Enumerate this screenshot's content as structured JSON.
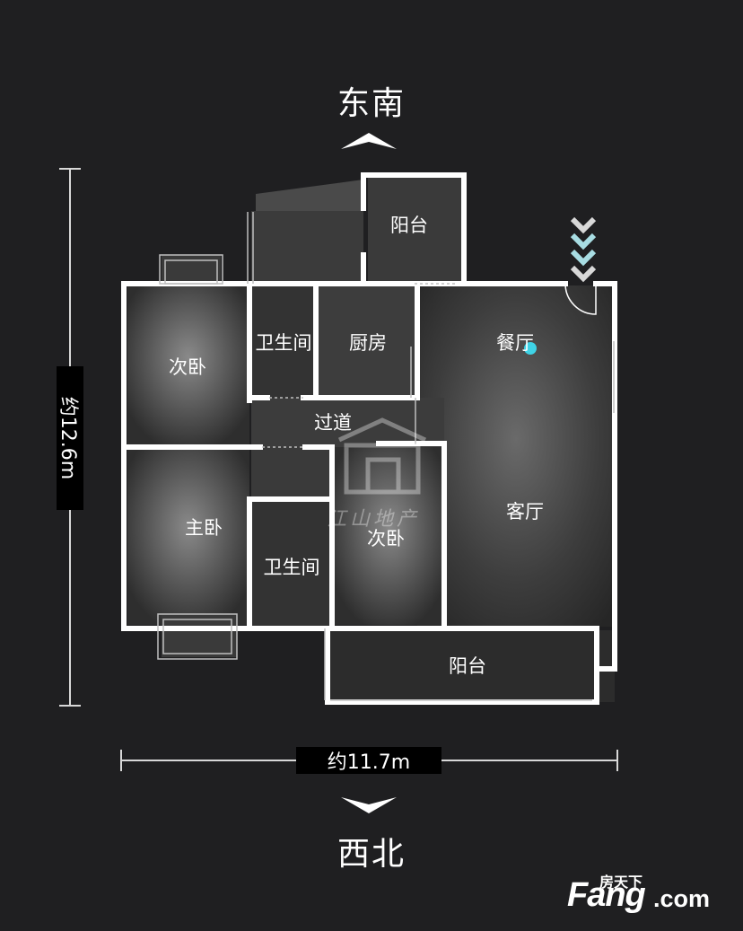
{
  "directions": {
    "top": "东南",
    "bottom": "西北"
  },
  "dimensions": {
    "height": "约12.6m",
    "width": "约11.7m"
  },
  "rooms": {
    "balcony_top": "阳台",
    "bedroom_nw": "次卧",
    "bathroom_1": "卫生间",
    "kitchen": "厨房",
    "dining": "餐厅",
    "corridor": "过道",
    "master_bedroom": "主卧",
    "bathroom_2": "卫生间",
    "bedroom_center": "次卧",
    "living": "客厅",
    "balcony_bottom": "阳台"
  },
  "watermark": {
    "text": "江山地产"
  },
  "logo": {
    "top": "房天下",
    "main": "Fang",
    "suffix": ".com"
  },
  "colors": {
    "background": "#1f1f21",
    "walls": "#ffffff",
    "floor": "#3a3a3a",
    "marker": "#3fd3e6",
    "entry_arrow": "#a8d8df"
  }
}
